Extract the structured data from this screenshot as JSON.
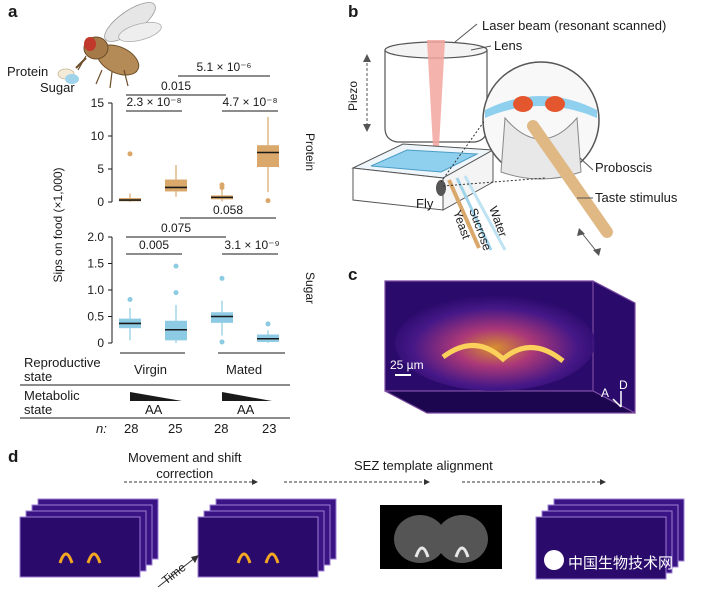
{
  "panels": {
    "a": "a",
    "b": "b",
    "c": "c",
    "d": "d"
  },
  "panel_a": {
    "fly_labels": {
      "protein": "Protein",
      "sugar": "Sugar"
    },
    "ylabel": "Sips on food (×1,000)",
    "row_labels": {
      "protein": "Protein",
      "sugar": "Sugar"
    },
    "protein_sig": {
      "top": "5.1 × 10⁻⁶",
      "mid": "0.015",
      "left": "2.3 × 10⁻⁸",
      "right": "4.7 × 10⁻⁸"
    },
    "sugar_sig": {
      "top": "0.075",
      "mid": "0.058",
      "left": "0.005",
      "right": "3.1 × 10⁻⁹"
    },
    "table": {
      "reproductive_label_1": "Reproductive",
      "reproductive_label_2": "state",
      "virgin": "Virgin",
      "mated": "Mated",
      "metabolic_label_1": "Metabolic",
      "metabolic_label_2": "state",
      "aa": "AA",
      "n_label": "n:",
      "n_values": [
        "28",
        "25",
        "28",
        "23"
      ]
    }
  },
  "chart_data": [
    {
      "type": "box",
      "title": "",
      "row_label": "Protein",
      "ylabel": "Sips on food (×1,000)",
      "ylim": [
        0,
        15
      ],
      "yticks": [
        "0",
        "5",
        "10",
        "15"
      ],
      "color": "#d9a86a",
      "groups": [
        {
          "reproductive": "Virgin",
          "aa": "high",
          "n": 28,
          "q1": 0.1,
          "median": 0.3,
          "q3": 0.6,
          "whisker_low": 0,
          "whisker_high": 1.3,
          "outliers": [
            7.3
          ]
        },
        {
          "reproductive": "Virgin",
          "aa": "low",
          "n": 25,
          "q1": 1.6,
          "median": 2.2,
          "q3": 3.4,
          "whisker_low": 0.8,
          "whisker_high": 5.6,
          "outliers": []
        },
        {
          "reproductive": "Mated",
          "aa": "high",
          "n": 28,
          "q1": 0.4,
          "median": 0.7,
          "q3": 1.0,
          "whisker_low": 0.1,
          "whisker_high": 1.9,
          "outliers": [
            2.2,
            2.6
          ]
        },
        {
          "reproductive": "Mated",
          "aa": "low",
          "n": 23,
          "q1": 5.3,
          "median": 7.5,
          "q3": 8.6,
          "whisker_low": 1.5,
          "whisker_high": 12.9,
          "outliers": [
            0.2
          ]
        }
      ]
    },
    {
      "type": "box",
      "title": "",
      "row_label": "Sugar",
      "ylabel": "Sips on food (×1,000)",
      "ylim": [
        0,
        2.0
      ],
      "yticks": [
        "0",
        "0.5",
        "1.0",
        "1.5",
        "2.0"
      ],
      "color": "#8ccbe3",
      "groups": [
        {
          "reproductive": "Virgin",
          "aa": "high",
          "n": 28,
          "q1": 0.28,
          "median": 0.37,
          "q3": 0.46,
          "whisker_low": 0.05,
          "whisker_high": 0.66,
          "outliers": [
            0.82
          ]
        },
        {
          "reproductive": "Virgin",
          "aa": "low",
          "n": 25,
          "q1": 0.05,
          "median": 0.25,
          "q3": 0.42,
          "whisker_low": 0.0,
          "whisker_high": 0.72,
          "outliers": [
            0.95,
            1.45
          ]
        },
        {
          "reproductive": "Mated",
          "aa": "high",
          "n": 28,
          "q1": 0.38,
          "median": 0.5,
          "q3": 0.58,
          "whisker_low": 0.14,
          "whisker_high": 0.8,
          "outliers": [
            1.22,
            0.02
          ]
        },
        {
          "reproductive": "Mated",
          "aa": "low",
          "n": 23,
          "q1": 0.02,
          "median": 0.08,
          "q3": 0.16,
          "whisker_low": 0.0,
          "whisker_high": 0.24,
          "outliers": [
            0.36
          ]
        }
      ]
    }
  ],
  "panel_b": {
    "laser": "Laser beam (resonant scanned)",
    "lens": "Lens",
    "piezo": "Piezo",
    "proboscis": "Proboscis",
    "taste_stimulus": "Taste stimulus",
    "fly": "Fly",
    "yeast": "Yeast",
    "sucrose": "Sucrose",
    "water": "Water"
  },
  "panel_c": {
    "scalebar": "25 µm",
    "axis_a": "A",
    "axis_d": "D"
  },
  "panel_d": {
    "step1_line1": "Movement and shift",
    "step1_line2": "correction",
    "step2": "SEZ template alignment",
    "time": "Time",
    "watermark": "中国生物技术网"
  },
  "colors": {
    "protein": "#d9a86a",
    "sugar": "#8ccbe3",
    "imaging_dark": "#2a0a6b",
    "imaging_hot": "#f5a623"
  }
}
